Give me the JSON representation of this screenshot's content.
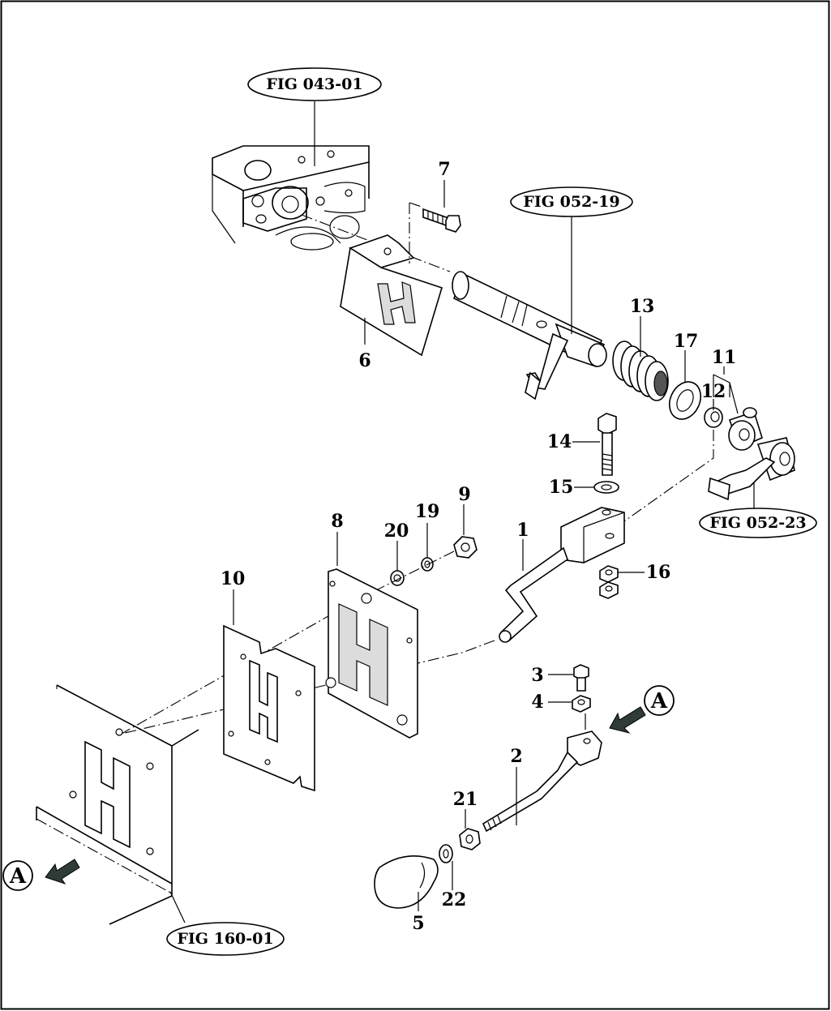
{
  "figure_refs": {
    "fig_043": "FIG 043-01",
    "fig_052_19": "FIG 052-19",
    "fig_052_23": "FIG 052-23",
    "fig_160": "FIG 160-01"
  },
  "view_marker": "A",
  "callouts": {
    "p1": "1",
    "p2": "2",
    "p3": "3",
    "p4": "4",
    "p5": "5",
    "p6": "6",
    "p7": "7",
    "p8": "8",
    "p9": "9",
    "p10": "10",
    "p11": "11",
    "p12": "12",
    "p13": "13",
    "p14": "14",
    "p15": "15",
    "p16": "16",
    "p17": "17",
    "p19": "19",
    "p20": "20",
    "p21": "21",
    "p22": "22"
  },
  "colors": {
    "ink": "#000000",
    "paper": "#ffffff",
    "arrow_fill": "#2f3b36"
  }
}
